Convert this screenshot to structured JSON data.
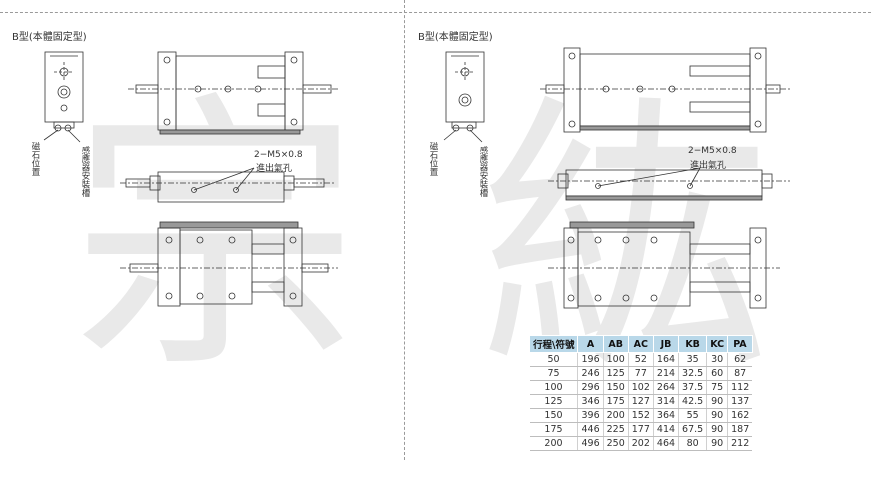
{
  "left": {
    "title": "B型(本體固定型)",
    "magnet_label": "磁石位置",
    "sensor_label": "感應器安裝槽",
    "port_label_1": "2−M5×0.8",
    "port_label_2": "進出氣孔"
  },
  "right": {
    "title": "B型(本體固定型)",
    "magnet_label": "磁石位置",
    "sensor_label": "感應器安裝槽",
    "port_label_1": "2−M5×0.8",
    "port_label_2": "進出氣孔"
  },
  "watermark": {
    "left_char": "宗",
    "right_char": "紘"
  },
  "table": {
    "headers": [
      "行程\\符號",
      "A",
      "AB",
      "AC",
      "JB",
      "KB",
      "KC",
      "PA"
    ],
    "rows": [
      [
        "50",
        "196",
        "100",
        "52",
        "164",
        "35",
        "30",
        "62"
      ],
      [
        "75",
        "246",
        "125",
        "77",
        "214",
        "32.5",
        "60",
        "87"
      ],
      [
        "100",
        "296",
        "150",
        "102",
        "264",
        "37.5",
        "75",
        "112"
      ],
      [
        "125",
        "346",
        "175",
        "127",
        "314",
        "42.5",
        "90",
        "137"
      ],
      [
        "150",
        "396",
        "200",
        "152",
        "364",
        "55",
        "90",
        "162"
      ],
      [
        "175",
        "446",
        "225",
        "177",
        "414",
        "67.5",
        "90",
        "187"
      ],
      [
        "200",
        "496",
        "250",
        "202",
        "464",
        "80",
        "90",
        "212"
      ]
    ]
  }
}
